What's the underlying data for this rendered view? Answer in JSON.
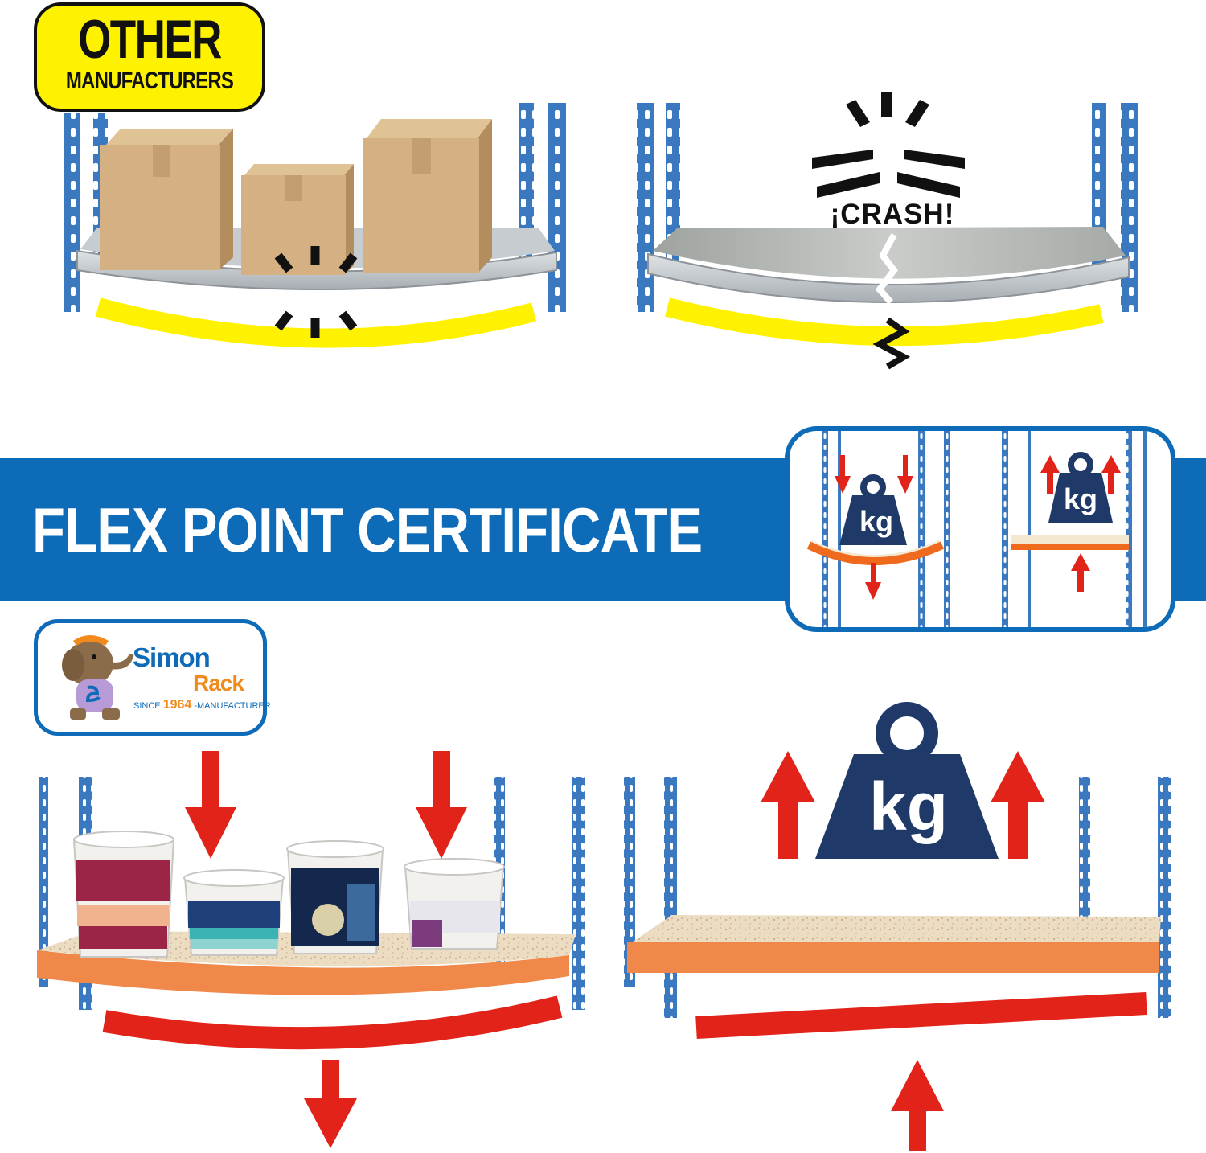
{
  "top_left_badge": {
    "line1": "OTHER",
    "line2": "MANUFACTURERS"
  },
  "crash_label": "¡CRASH!",
  "banner": {
    "title": "FLEX POINT CERTIFICATE"
  },
  "weight_label": "kg",
  "logo": {
    "name_line1": "Simon",
    "name_line2": "Rack",
    "since_prefix": "SINCE",
    "since_year": "1964",
    "since_suffix": "-MANUFACTURER"
  },
  "colors": {
    "banner_blue": "#0e6bb8",
    "badge_yellow": "#fef200",
    "arrow_red": "#e2231a",
    "shelf_orange": "#f0884a",
    "weight_navy": "#1f3a68",
    "rack_blue": "#3a78c0"
  },
  "icons": [
    "rack-upright",
    "cardboard-box",
    "paint-bucket",
    "weight-kg-icon",
    "arrow-down-icon",
    "arrow-up-icon",
    "impact-burst-icon",
    "crack-icon",
    "elephant-mascot"
  ]
}
